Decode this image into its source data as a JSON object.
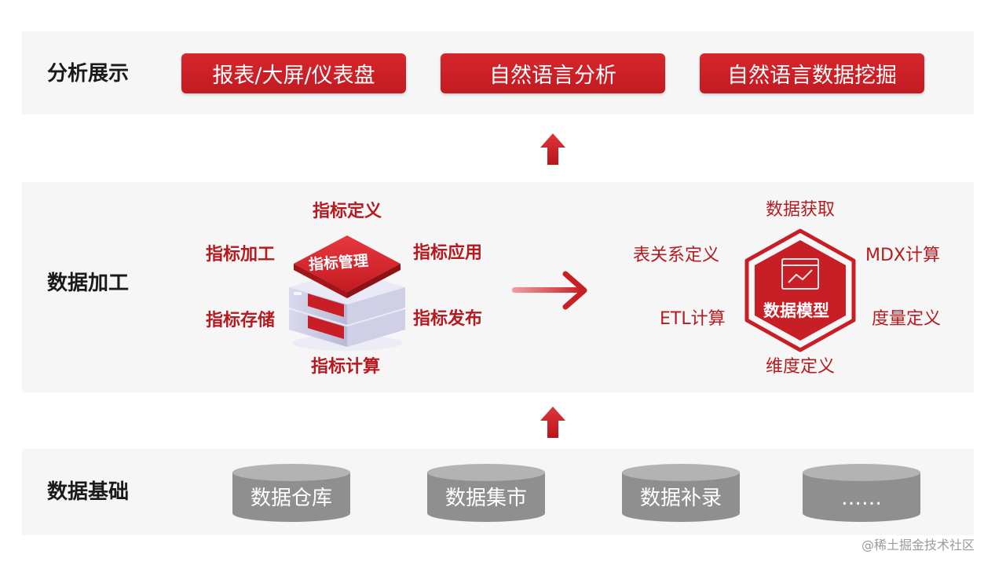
{
  "layers": {
    "display": {
      "label": "分析展示",
      "items": [
        "报表/大屏/仪表盘",
        "自然语言分析",
        "自然语言数据挖掘"
      ]
    },
    "processing": {
      "label": "数据加工",
      "metric_hub": {
        "center": "指标管理",
        "functions": {
          "define": "指标定义",
          "process": "指标加工",
          "apply": "指标应用",
          "store": "指标存储",
          "publish": "指标发布",
          "compute": "指标计算"
        }
      },
      "data_model": {
        "center": "数据模型",
        "functions": {
          "acquire": "数据获取",
          "relation": "表关系定义",
          "mdx": "MDX计算",
          "etl": "ETL计算",
          "measure": "度量定义",
          "dimension": "维度定义"
        }
      }
    },
    "foundation": {
      "label": "数据基础",
      "items": [
        "数据仓库",
        "数据集市",
        "数据补录",
        "……"
      ]
    }
  },
  "watermark": "@稀土掘金技术社区",
  "colors": {
    "accent": "#c81e25",
    "accent_dark": "#a3151b",
    "band": "#f6f6f6",
    "cylinder": "#8f8f8f"
  }
}
